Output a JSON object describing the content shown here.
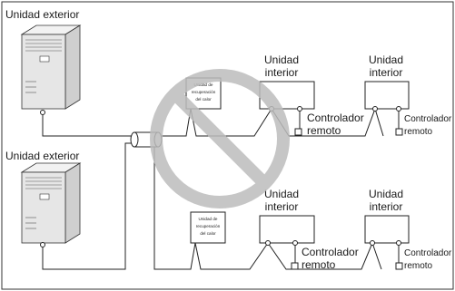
{
  "labels": {
    "outdoor_top": "Unidad exterior",
    "outdoor_bottom": "Unidad exterior",
    "indoor_1_line1": "Unidad",
    "indoor_1_line2": "interior",
    "indoor_2_line1": "Unidad",
    "indoor_2_line2": "interior",
    "indoor_3_line1": "Unidad",
    "indoor_3_line2": "interior",
    "indoor_4_line1": "Unidad",
    "indoor_4_line2": "interior",
    "hr_top_line1": "Unidad de",
    "hr_top_line2": "recuperación",
    "hr_top_line3": "del calor",
    "hr_bottom_line1": "Unidad de",
    "hr_bottom_line2": "recuperación",
    "hr_bottom_line3": "del calor",
    "remote_1_line1": "Controlador",
    "remote_1_line2": "remoto",
    "remote_2_line1": "Controlador",
    "remote_2_line2": "remoto",
    "remote_3_line1": "Controlador",
    "remote_3_line2": "remoto",
    "remote_4_line1": "Controlador",
    "remote_4_line2": "remoto"
  },
  "prohibited_symbol": "no-entry-icon",
  "colors": {
    "line": "#222222",
    "prohibited": "#bdbdbd"
  }
}
